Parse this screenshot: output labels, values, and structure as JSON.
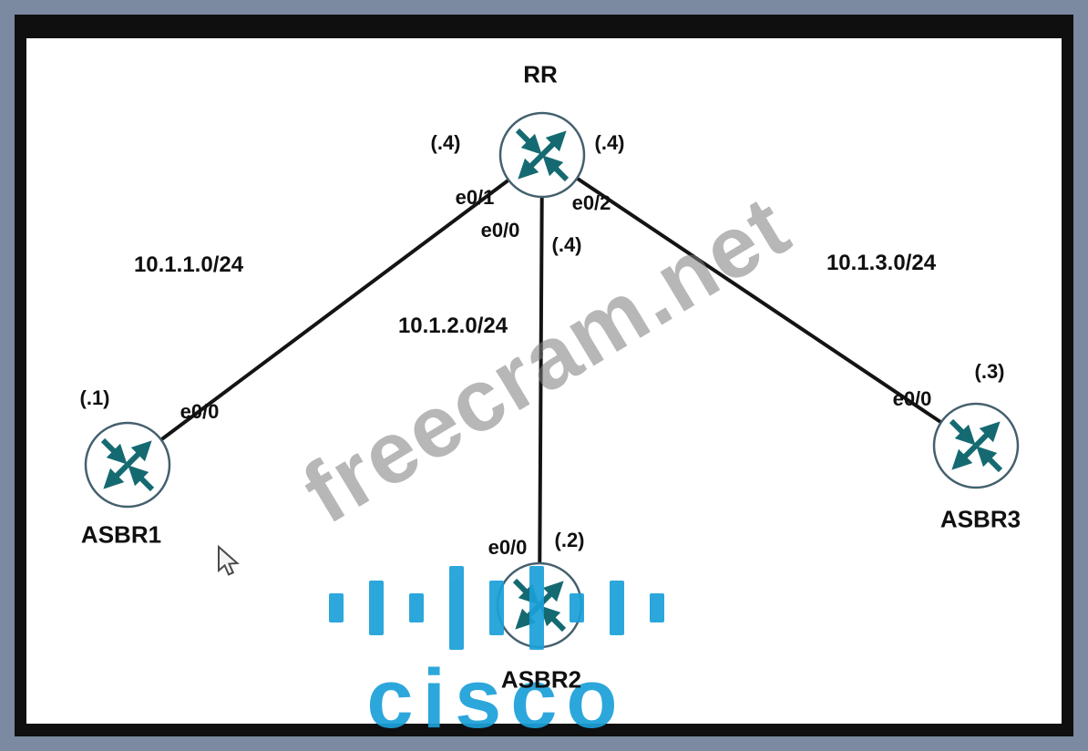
{
  "frame": {
    "outer_color": "#7b8aa0",
    "border_color": "#0f0f0f",
    "background": "#ffffff"
  },
  "colors": {
    "router_arrow": "#156a72",
    "router_circle_stroke": "#44606e",
    "link_line": "#141414",
    "cisco_blue": "#1ba0d9",
    "watermark_gray": "#7e7e7e"
  },
  "topology": {
    "routers": [
      {
        "id": "rr",
        "label": "RR"
      },
      {
        "id": "asbr1",
        "label": "ASBR1"
      },
      {
        "id": "asbr2",
        "label": "ASBR2"
      },
      {
        "id": "asbr3",
        "label": "ASBR3"
      }
    ],
    "links": [
      {
        "from": "RR",
        "to": "ASBR1",
        "network": "10.1.1.0/24",
        "from_if": "e0/1",
        "from_ip": "(.4)",
        "to_if": "e0/0",
        "to_ip": "(.1)"
      },
      {
        "from": "RR",
        "to": "ASBR2",
        "network": "10.1.2.0/24",
        "from_if": "e0/0",
        "from_ip": "(.4)",
        "to_if": "e0/0",
        "to_ip": "(.2)"
      },
      {
        "from": "RR",
        "to": "ASBR3",
        "network": "10.1.3.0/24",
        "from_if": "e0/2",
        "from_ip": "(.4)",
        "to_if": "e0/0",
        "to_ip": "(.3)"
      }
    ]
  },
  "watermark": {
    "text": "freecram.net"
  },
  "logo": {
    "text": "cisco"
  }
}
